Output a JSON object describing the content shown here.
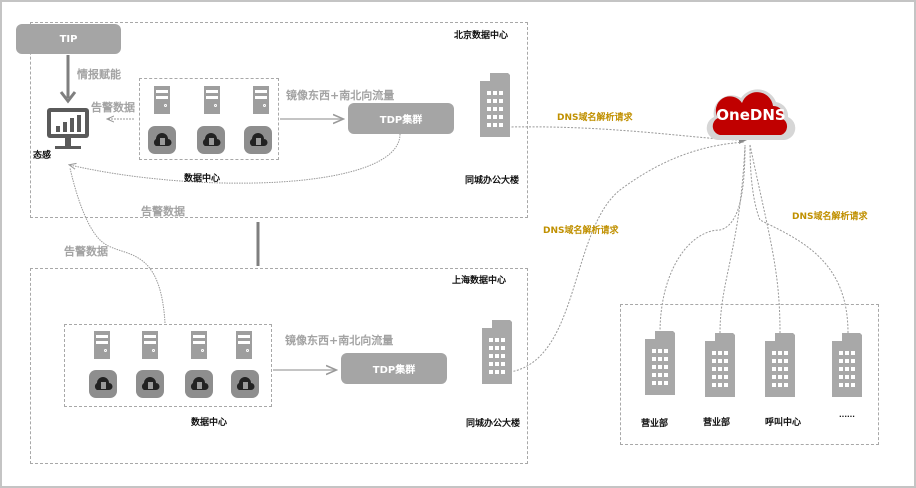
{
  "diagram": {
    "tip": {
      "label": "TIP"
    },
    "tip_arrow_label": "情报赋能",
    "monitor": {
      "label": "态感",
      "icon": "monitor-chart-icon"
    },
    "beijing": {
      "title": "北京数据中心",
      "alert_label_inner": "告警数据",
      "alert_label_return": "告警数据",
      "datacenter_label": "数据中心",
      "servers": 3,
      "mirror_label": "镜像东西+南北向流量",
      "tdp_label": "TDP集群",
      "office_label": "同城办公大楼"
    },
    "shanghai": {
      "title": "上海数据中心",
      "alert_label": "告警数据",
      "datacenter_label": "数据中心",
      "servers": 4,
      "mirror_label": "镜像东西+南北向流量",
      "tdp_label": "TDP集群",
      "office_label": "同城办公大楼"
    },
    "onedns": {
      "label": "OneDNS",
      "color": "#c00000"
    },
    "dns_labels": [
      "DNS域名解析请求",
      "DNS域名解析请求",
      "DNS域名解析请求"
    ],
    "branches": [
      {
        "label": "营业部"
      },
      {
        "label": "营业部"
      },
      {
        "label": "呼叫中心"
      },
      {
        "label": "······"
      }
    ],
    "colors": {
      "accent_gold": "#c09000",
      "gray": "#a5a5a5",
      "dns_red": "#c00000"
    }
  }
}
